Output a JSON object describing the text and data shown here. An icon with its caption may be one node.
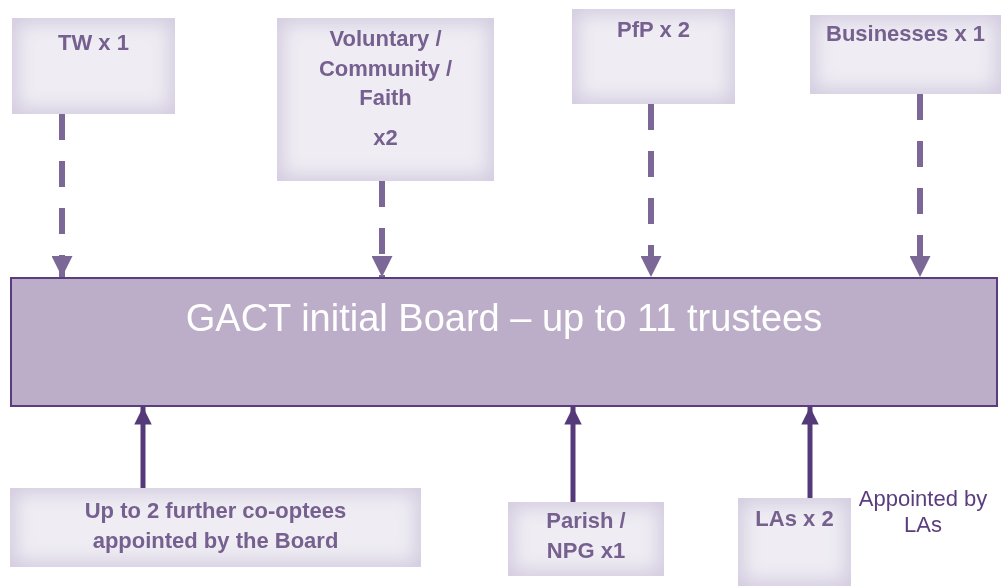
{
  "diagram": {
    "nodes": [
      {
        "text": [
          "TW x 1"
        ]
      },
      {
        "text": [
          "Voluntary / Community / Faith",
          "x2"
        ]
      },
      {
        "text": [
          "PfP x 2"
        ]
      },
      {
        "text": [
          "Businesses x 1"
        ]
      },
      {
        "text": [
          "GACT initial Board – up to 11 trustees"
        ]
      },
      {
        "text": [
          "Up to 2 further co-optees appointed by the Board"
        ]
      },
      {
        "text": [
          "Parish / NPG x1"
        ]
      },
      {
        "text": [
          "LAs x 2"
        ],
        "beside": [
          "Appointed by LAs"
        ]
      }
    ],
    "edges": [
      {
        "from": 0,
        "to": 4,
        "arrow": "to",
        "style": "dashed"
      },
      {
        "from": 1,
        "to": 4,
        "arrow": "to",
        "style": "dashed"
      },
      {
        "from": 2,
        "to": 4,
        "arrow": "to",
        "style": "dashed"
      },
      {
        "from": 3,
        "to": 4,
        "arrow": "to",
        "style": "dashed"
      },
      {
        "from": 5,
        "to": 4,
        "arrow": "to",
        "color": "#553a7a"
      },
      {
        "from": 6,
        "to": 4,
        "arrow": "to",
        "color": "#553a7a"
      },
      {
        "from": 7,
        "to": 4,
        "arrow": "to",
        "color": "#553a7a"
      }
    ]
  }
}
